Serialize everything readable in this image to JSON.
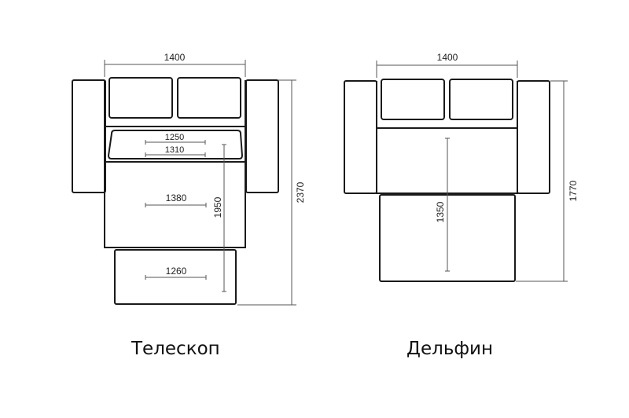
{
  "diagrams": [
    {
      "name": "Телескоп",
      "dimensions": {
        "overall_width": "1400",
        "seat_back_width": "1250",
        "seat_front_width": "1310",
        "main_berth_width": "1380",
        "extension_width": "1260",
        "berth_length": "1950",
        "overall_length": "2370"
      }
    },
    {
      "name": "Дельфин",
      "dimensions": {
        "overall_width": "1400",
        "berth_length": "1350",
        "overall_length": "1770"
      }
    }
  ]
}
